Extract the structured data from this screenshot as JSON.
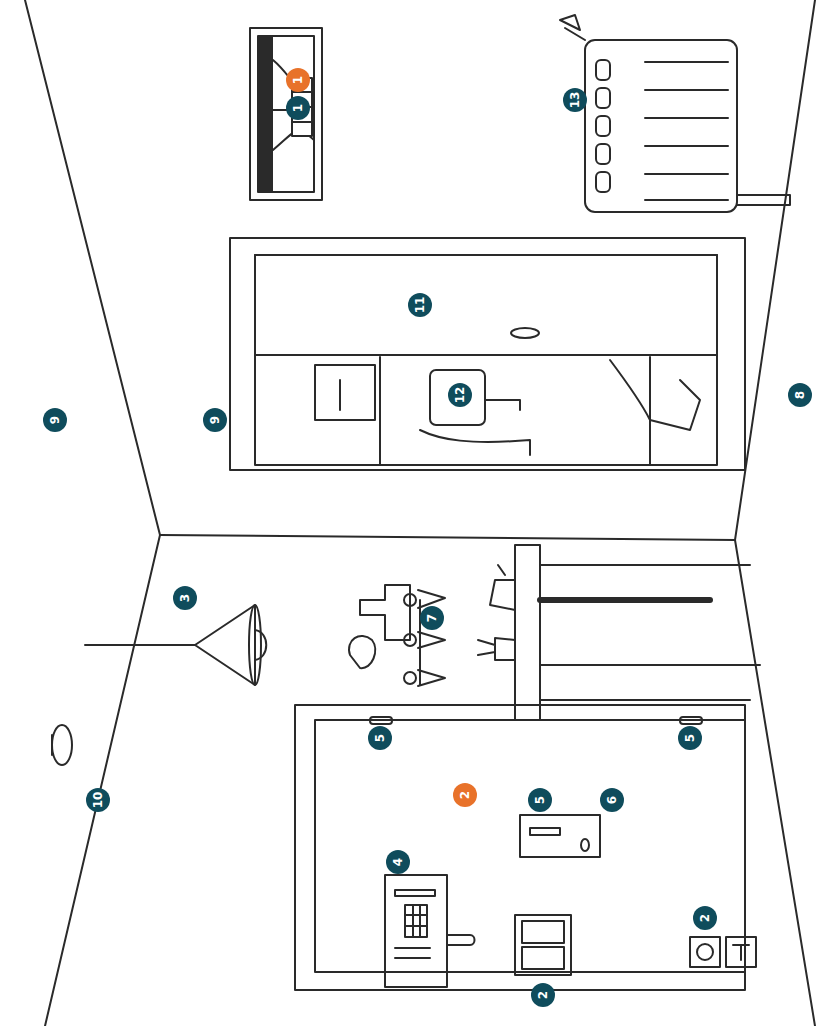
{
  "diagram": {
    "labels": [
      "1",
      "1",
      "13",
      "11",
      "12",
      "9",
      "9",
      "8",
      "3",
      "7",
      "10",
      "5",
      "5",
      "2",
      "5",
      "6",
      "4",
      "2",
      "2"
    ]
  }
}
